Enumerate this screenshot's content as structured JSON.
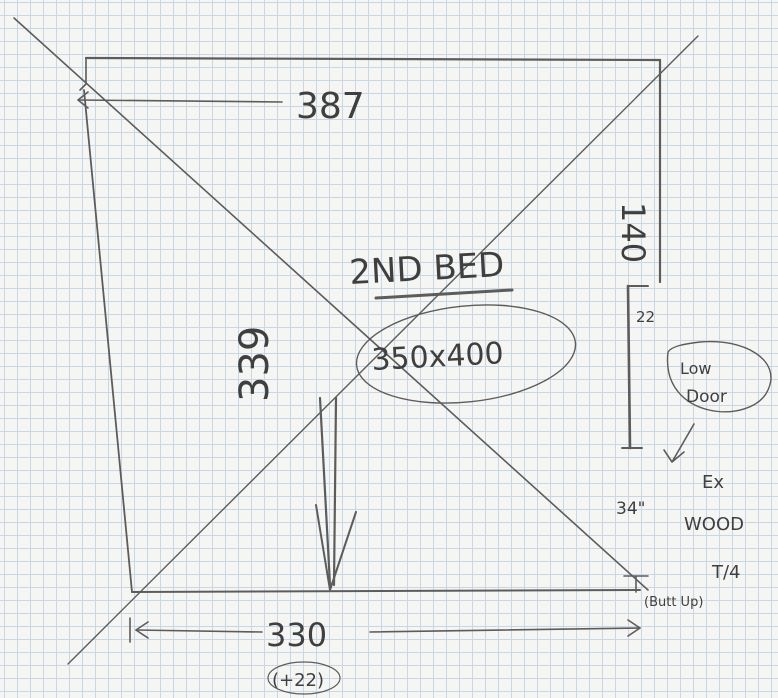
{
  "sketch": {
    "room_name": "2ND BED",
    "room_size": "350x400",
    "top_dimension": "387",
    "left_dimension": "339",
    "bottom_dimension": "330",
    "bottom_extra": "(+22)",
    "right_upper_dimension": "140",
    "right_gap_dimension": "22",
    "door_height": "34\"",
    "door_note_line1": "Low",
    "door_note_line2": "Door",
    "wood_note_line1": "Ex",
    "wood_note_line2": "WOOD",
    "wood_note_line3": "T/4",
    "corner_note": "(Butt Up)"
  },
  "colors": {
    "pencil": "#5c5c5c",
    "grid_minor": "#c9d6e3",
    "grid_major": "#aebfd1",
    "paper": "#f5f6f3"
  }
}
